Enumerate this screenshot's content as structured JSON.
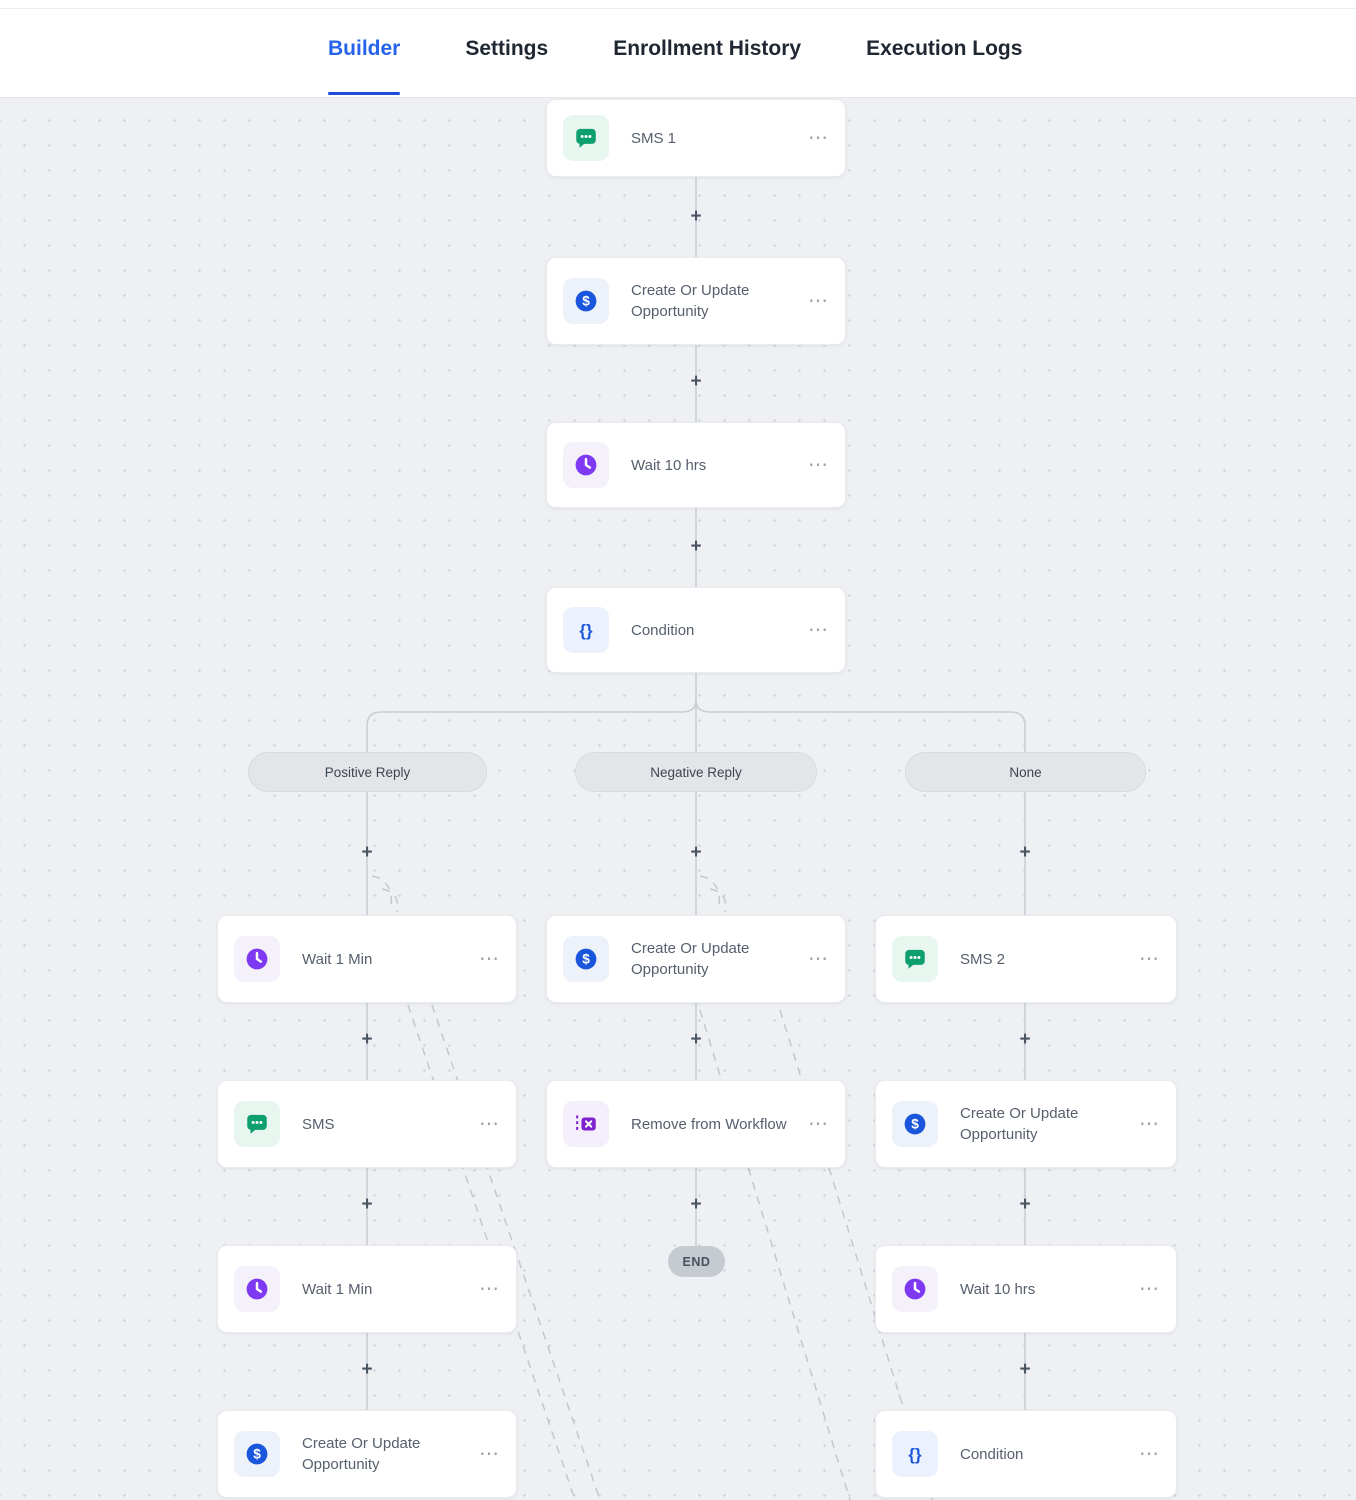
{
  "header": {
    "tabs": [
      {
        "label": "Builder",
        "active": true
      },
      {
        "label": "Settings",
        "active": false
      },
      {
        "label": "Enrollment History",
        "active": false
      },
      {
        "label": "Execution Logs",
        "active": false
      }
    ]
  },
  "canvas": {
    "plus_glyph": "+",
    "menu_glyph": "⋯",
    "end_label": "END",
    "branch_labels": {
      "positive": "Positive Reply",
      "negative": "Negative Reply",
      "none": "None"
    },
    "nodes": {
      "sms1": {
        "label": "SMS 1",
        "icon": "sms-icon"
      },
      "opp_main": {
        "label": "Create Or Update Opportunity",
        "icon": "dollar-icon"
      },
      "wait_main": {
        "label": "Wait 10 hrs",
        "icon": "clock-icon"
      },
      "cond_main": {
        "label": "Condition",
        "icon": "braces-icon"
      },
      "wait_pos_1": {
        "label": "Wait 1 Min",
        "icon": "clock-icon"
      },
      "opp_neg": {
        "label": "Create Or Update Opportunity",
        "icon": "dollar-icon"
      },
      "sms2": {
        "label": "SMS 2",
        "icon": "sms-icon"
      },
      "sms_pos": {
        "label": "SMS",
        "icon": "sms-icon"
      },
      "remove_neg": {
        "label": "Remove from Workflow",
        "icon": "remove-icon"
      },
      "opp_none": {
        "label": "Create Or Update Opportunity",
        "icon": "dollar-icon"
      },
      "wait_pos_2": {
        "label": "Wait 1 Min",
        "icon": "clock-icon"
      },
      "wait_none": {
        "label": "Wait 10 hrs",
        "icon": "clock-icon"
      },
      "opp_pos": {
        "label": "Create Or Update Opportunity",
        "icon": "dollar-icon"
      },
      "cond_none": {
        "label": "Condition",
        "icon": "braces-icon"
      }
    },
    "colors": {
      "active_tab_blue": "#2563eb",
      "sms_green": "#0e9f6e",
      "opportunity_blue": "#1a56db",
      "wait_purple": "#7e3af2",
      "condition_blue": "#1a56db",
      "remove_purple": "#7e22ce",
      "connector_gray": "#c9cdd4"
    }
  }
}
